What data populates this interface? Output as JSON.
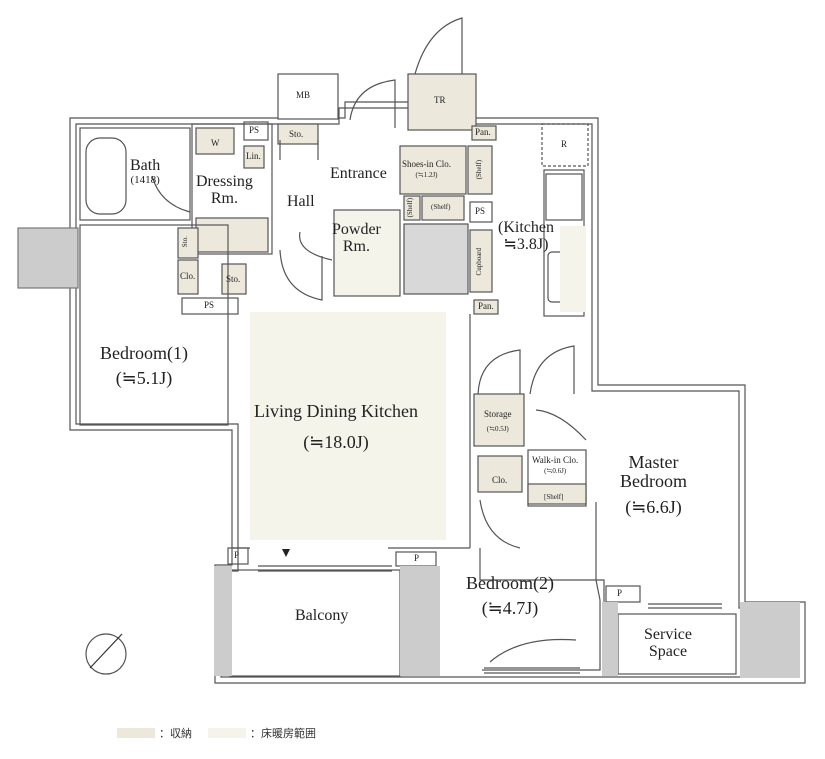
{
  "rooms": {
    "bedroom1": {
      "name": "Bedroom(1)",
      "size": "(≒5.1J)"
    },
    "ldk": {
      "name": "Living Dining Kitchen",
      "size": "(≒18.0J)"
    },
    "master": {
      "name1": "Master",
      "name2": "Bedroom",
      "size": "(≒6.6J)"
    },
    "bedroom2": {
      "name": "Bedroom(2)",
      "size": "(≒4.7J)"
    },
    "kitchen": {
      "name": "(Kitchen",
      "size": "≒3.8J)"
    },
    "bath": {
      "name": "Bath",
      "sub": "(1418)"
    },
    "dressing": {
      "name1": "Dressing",
      "name2": "Rm."
    },
    "hall": "Hall",
    "entrance": "Entrance",
    "powder": {
      "name1": "Powder",
      "name2": "Rm."
    },
    "balcony": "Balcony",
    "service": {
      "name1": "Service",
      "name2": "Space"
    }
  },
  "small_labels": {
    "mb": "MB",
    "tr": "TR",
    "ps_top": "PS",
    "sto_top": "Sto.",
    "w": "W",
    "lin": "Lin.",
    "pan_top": "Pan.",
    "r": "R",
    "shoes_closet": "Shoes-in Clo.",
    "shoes_size": "(≒1.2J)",
    "shelf_right": "(Shelf)",
    "shelf_left": "(Shelf)",
    "shelf_mid": "(Shelf)",
    "ps_mid": "PS",
    "cupboard": "Cupboard",
    "pan_bottom": "Pan.",
    "sto_left": "Sto.",
    "clo_left": "Clo.",
    "sto_bottom": "Sto.",
    "ps_bottom": "PS",
    "storage": "Storage",
    "storage_size": "(≒0.5J)",
    "clo_mid": "Clo.",
    "walkin": "Walk-in Clo.",
    "walkin_size": "(≒0.6J)",
    "walkin_shelf": "[Shelf]",
    "p1": "P",
    "p2": "P",
    "p3": "P"
  },
  "legend": {
    "storage": "：収納",
    "floor_heating": "：床暖房範囲"
  },
  "colors": {
    "storage_fill": "#ece9dc",
    "heating_fill": "#f5f4ea",
    "wall": "#555555"
  }
}
